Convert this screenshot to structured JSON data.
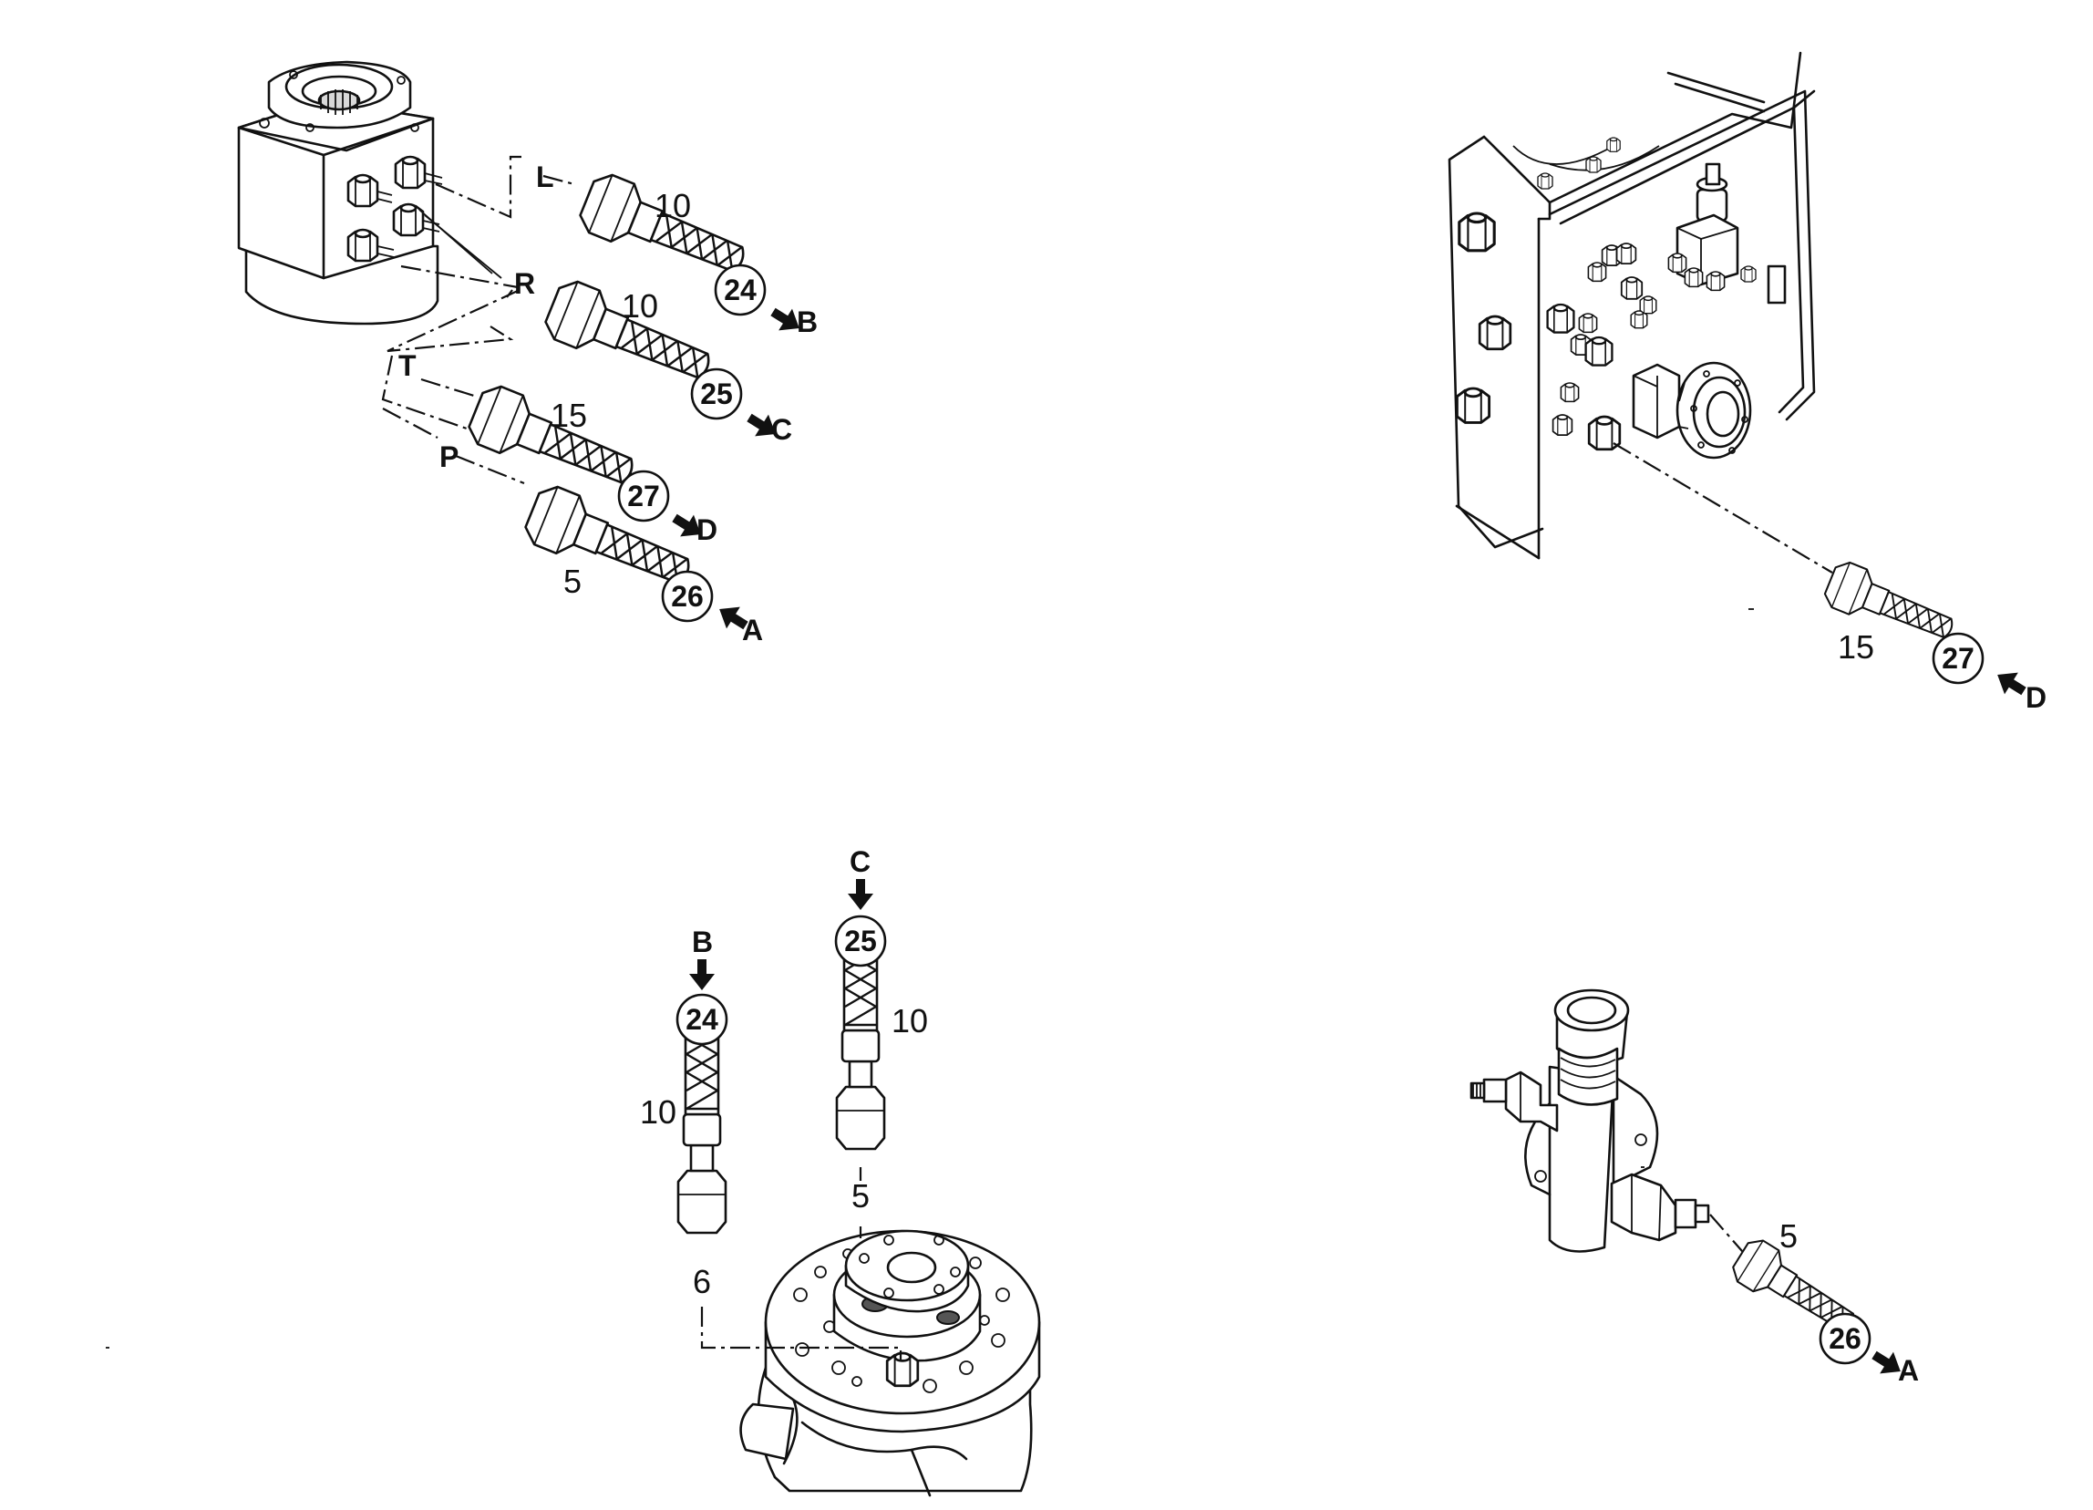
{
  "labels": {
    "port_L": "L",
    "port_R": "R",
    "port_T": "T",
    "port_P": "P",
    "dir_B": "B",
    "dir_C": "C",
    "dir_D": "D",
    "dir_A": "A"
  },
  "items": {
    "item_5": "5",
    "item_6": "6",
    "item_10": "10",
    "item_15": "15"
  },
  "callouts": {
    "c24": "24",
    "c25": "25",
    "c26": "26",
    "c27": "27"
  }
}
